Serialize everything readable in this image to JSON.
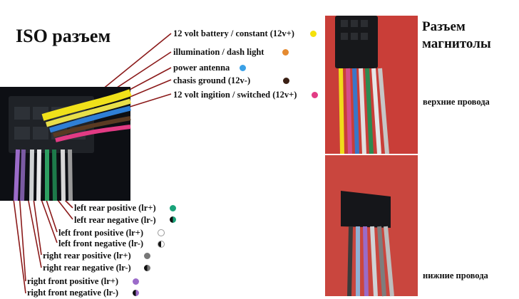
{
  "titles": {
    "left": "ISO разъем",
    "right_line1": "Разъем",
    "right_line2": "магнитолы"
  },
  "top_labels": [
    {
      "text": "12 volt battery / constant (12v+)",
      "color": "#f5e10a"
    },
    {
      "text": "illumination / dash   light",
      "color": "#e58a30"
    },
    {
      "text": "power antenna",
      "color": "#3aa0e6"
    },
    {
      "text": "chasis   ground   (12v-)",
      "color": "#3a1f14"
    },
    {
      "text": "12 volt ingition / switched (12v+)",
      "color": "#e23b84"
    }
  ],
  "bottom_labels": [
    {
      "text": "left rear positive (lr+)",
      "dot": "green"
    },
    {
      "text": "left rear negative (lr-)",
      "dot": "green-black"
    },
    {
      "text": "left front positive (lr+)",
      "dot": "white"
    },
    {
      "text": "left front negative (lr-)",
      "dot": "white-black"
    },
    {
      "text": "right rear positive (lr+)",
      "dot": "gray"
    },
    {
      "text": "right rear negative (lr-)",
      "dot": "gray-black"
    },
    {
      "text": "right front positive (lr+)",
      "dot": "violet"
    },
    {
      "text": "right front negative (lr-)",
      "dot": "violet-black"
    }
  ],
  "photo_notes": {
    "upper": "верхние провода",
    "lower": "нижние провода"
  },
  "colors": {
    "leader_line": "#8b1a1a",
    "green": "#1aa37a",
    "white": "#ffffff",
    "gray": "#777777",
    "violet": "#9b6bc9",
    "black": "#111111"
  }
}
